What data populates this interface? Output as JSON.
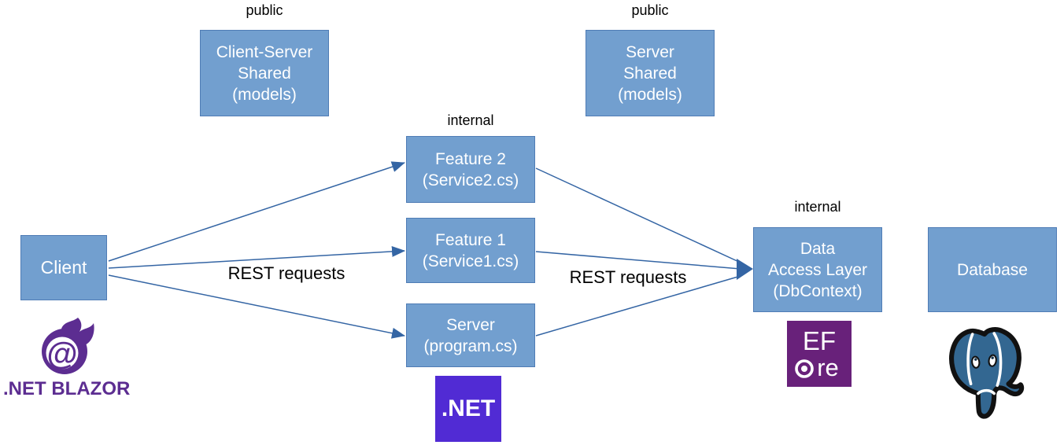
{
  "diagram": {
    "tags": {
      "shared_public": "public",
      "server_public": "public",
      "feature_internal": "internal",
      "dal_internal": "internal"
    },
    "nodes": {
      "client_server_shared": {
        "line1": "Client-Server",
        "line2": "Shared",
        "line3": "(models)"
      },
      "server_shared": {
        "line1": "Server",
        "line2": "Shared",
        "line3": "(models)"
      },
      "feature2": {
        "line1": "Feature 2",
        "line2": "(Service2.cs)"
      },
      "feature1": {
        "line1": "Feature 1",
        "line2": "(Service1.cs)"
      },
      "server_program": {
        "line1": "Server",
        "line2": "(program.cs)"
      },
      "client": {
        "line1": "Client"
      },
      "data_access_layer": {
        "line1": "Data",
        "line2": "Access Layer",
        "line3": "(DbContext)"
      },
      "database": {
        "line1": "Database"
      }
    },
    "edge_labels": {
      "client_to_server": {
        "line1": "REST",
        "line2": "requests"
      },
      "server_to_dal": {
        "line1": "REST",
        "line2": "requests"
      }
    }
  },
  "logos": {
    "blazor": {
      "caption": ".NET BLAZOR",
      "at_symbol": "@",
      "color": "#5C2D91"
    },
    "dotnet": {
      "label": ".NET",
      "color": "#512BD4"
    },
    "efcore": {
      "top": "EF",
      "bottom": "re",
      "color": "#68217A"
    },
    "postgresql": {
      "color": "#336791"
    }
  },
  "colors": {
    "node_fill": "#729FCF",
    "node_border": "#4F7CB5",
    "node_text": "#FFFFFF",
    "connector": "#3465A4",
    "label_text": "#000000",
    "background": "#FFFFFF"
  }
}
